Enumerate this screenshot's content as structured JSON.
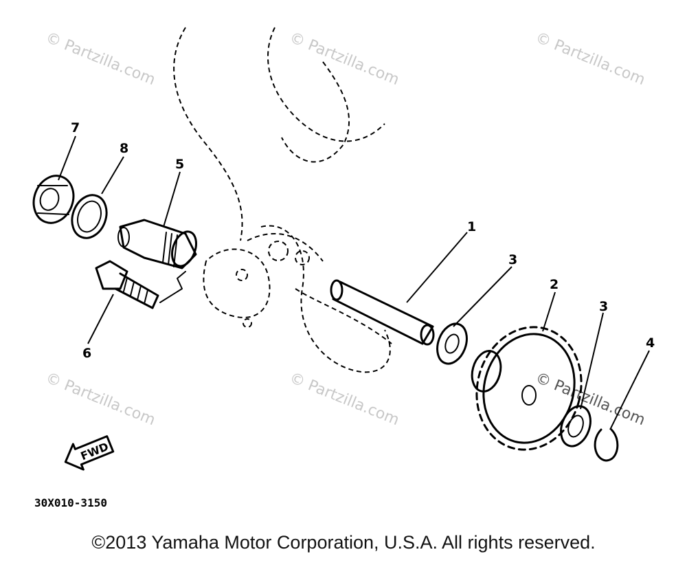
{
  "watermark_text": "© Partzilla.com",
  "callouts": {
    "shaft": "1",
    "sprocket": "2",
    "washer_a": "3",
    "washer_b": "3",
    "circlip": "4",
    "pinion_gear": "5",
    "bolt": "6",
    "oil_seal": "7",
    "washer_8": "8"
  },
  "fwd_label": "FWD",
  "part_code": "30X010-3150",
  "copyright": "©2013 Yamaha Motor Corporation, U.S.A. All rights reserved."
}
